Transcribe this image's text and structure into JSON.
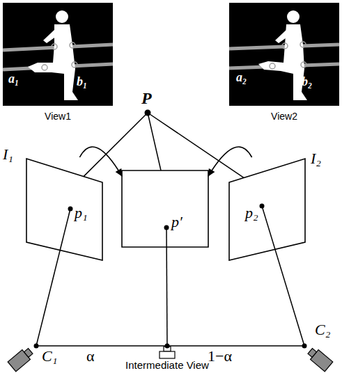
{
  "diagram": {
    "nodes": [
      {
        "text": [
          "a₁",
          "b₁",
          "View1"
        ]
      },
      {
        "text": [
          "a₂",
          "b₂",
          "View2"
        ]
      },
      {
        "text": [
          "I₁",
          "p₁"
        ]
      },
      {
        "text": [
          "p′"
        ]
      },
      {
        "text": [
          "I₂",
          "p₂"
        ]
      }
    ],
    "edges": [
      {
        "from": 2,
        "to": 3,
        "arrow": "to"
      },
      {
        "from": 4,
        "to": 3,
        "arrow": "to"
      }
    ],
    "labels": [
      "P",
      "C₁",
      "α",
      "1−α",
      "C₂",
      "Intermediate View"
    ]
  }
}
